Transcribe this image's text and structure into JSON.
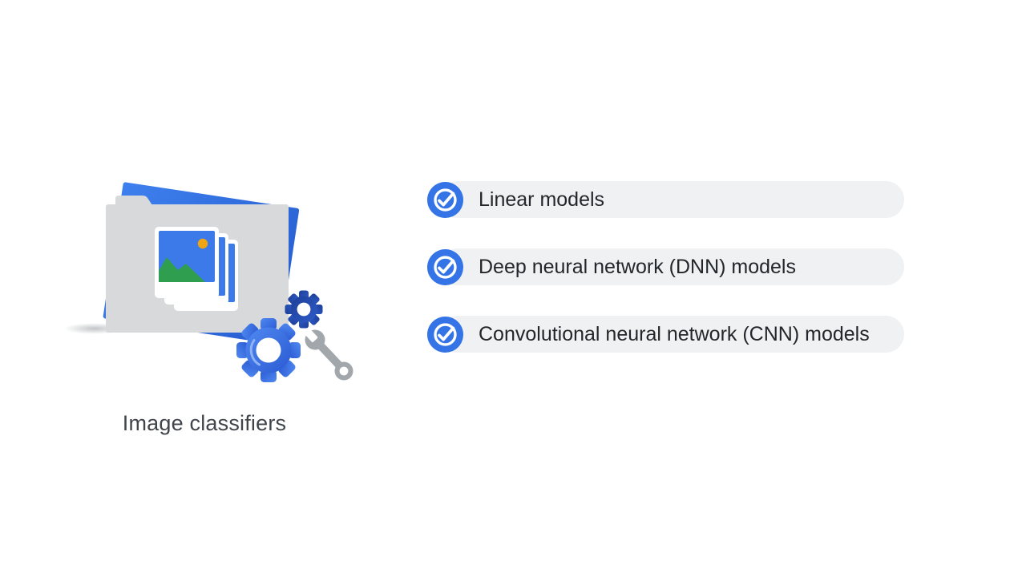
{
  "slide": {
    "background_color": "#ffffff",
    "topic": "Image classifiers"
  },
  "illustration": {
    "caption": "Image classifiers",
    "parts": [
      "folder",
      "photo-stack",
      "small-gear",
      "large-gear",
      "wrench"
    ],
    "colors": {
      "folder_gray": "#d7d9db",
      "paper_blue": "#3b7ae8",
      "photo_sky_blue": "#3b7ae8",
      "mountain_green": "#2f9e4e",
      "sun_orange": "#f0a512",
      "gear_blue_light": "#4f89f1",
      "gear_blue_dark": "#1c3e96",
      "wrench_gray": "#a2a7ac"
    }
  },
  "checklist": {
    "items": [
      {
        "label": "Linear models"
      },
      {
        "label": "Deep neural network (DNN) models"
      },
      {
        "label": "Convolutional neural network (CNN) models"
      }
    ],
    "check_color": "#3574e6",
    "pill_color": "#eff1f3",
    "text_color": "#23262a"
  }
}
